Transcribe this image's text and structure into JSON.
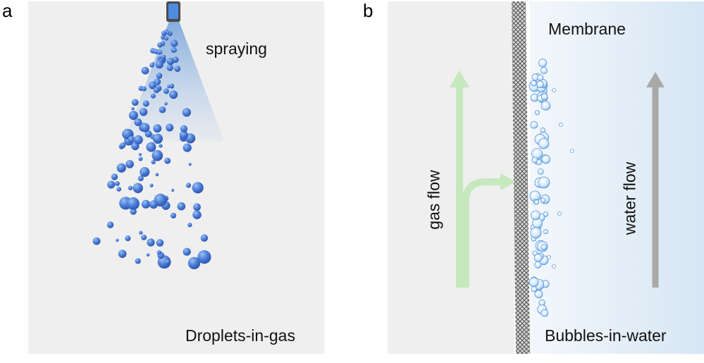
{
  "panel_a": {
    "letter": "a",
    "spray_label": "spraying",
    "caption": "Droplets-in-gas",
    "icons": [
      "nozzle-icon"
    ]
  },
  "panel_b": {
    "letter": "b",
    "membrane_label": "Membrane",
    "gas_flow_label": "gas flow",
    "water_flow_label": "water flow",
    "caption": "Bubbles-in-water"
  },
  "colors": {
    "panel_bg": "#efefef",
    "droplet_blue": "#3f6fd0",
    "spray_cone": "#8fb2dd",
    "gas_arrow": "#c7e8bf",
    "water_arrow": "#aaaaaa",
    "water_bg": "#dbe8f5",
    "membrane": "#777777"
  }
}
